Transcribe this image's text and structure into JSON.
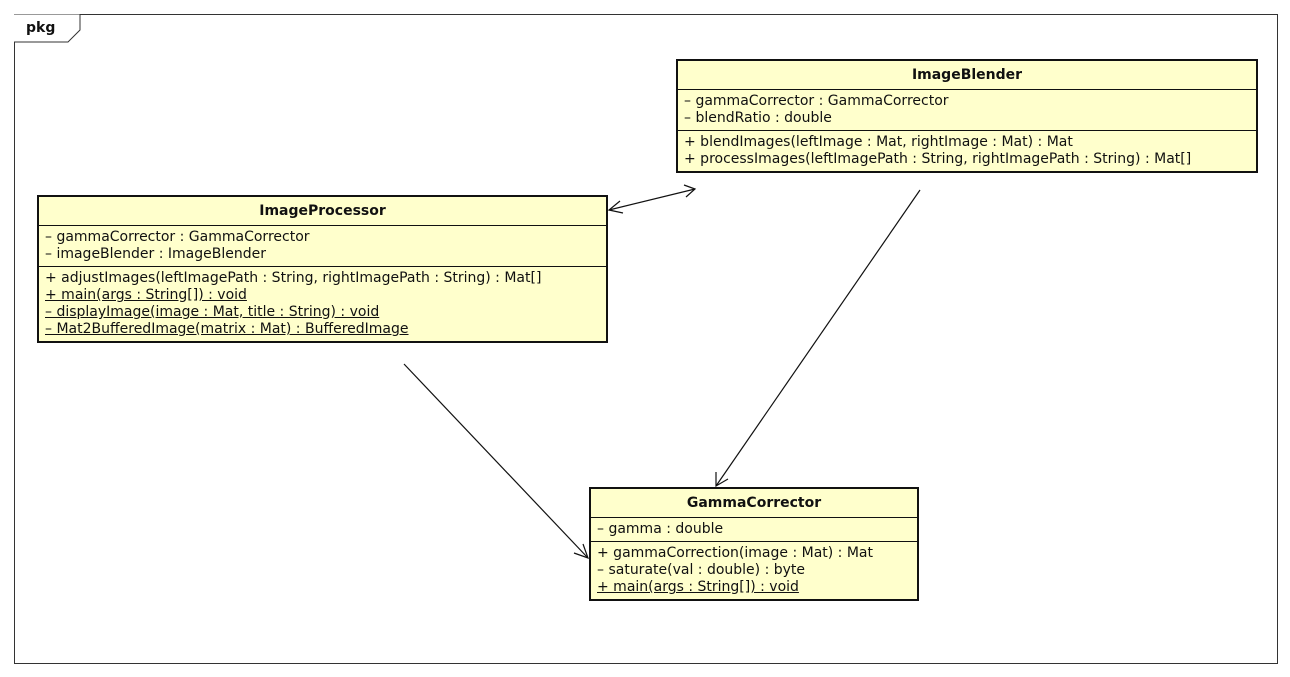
{
  "package": {
    "label": "pkg"
  },
  "classes": {
    "image_blender": {
      "name": "ImageBlender",
      "attributes": [
        {
          "text": "– gammaCorrector : GammaCorrector",
          "static": false
        },
        {
          "text": "– blendRatio : double",
          "static": false
        }
      ],
      "operations": [
        {
          "text": "+ blendImages(leftImage : Mat, rightImage : Mat) : Mat",
          "static": false
        },
        {
          "text": "+ processImages(leftImagePath : String, rightImagePath : String) : Mat[]",
          "static": false
        }
      ]
    },
    "image_processor": {
      "name": "ImageProcessor",
      "attributes": [
        {
          "text": "– gammaCorrector : GammaCorrector",
          "static": false
        },
        {
          "text": "– imageBlender : ImageBlender",
          "static": false
        }
      ],
      "operations": [
        {
          "text": "+ adjustImages(leftImagePath : String, rightImagePath : String) : Mat[]",
          "static": false
        },
        {
          "text": "+ main(args : String[]) : void",
          "static": true
        },
        {
          "text": "– displayImage(image : Mat, title : String) : void",
          "static": true
        },
        {
          "text": "– Mat2BufferedImage(matrix : Mat) : BufferedImage",
          "static": true
        }
      ]
    },
    "gamma_corrector": {
      "name": "GammaCorrector",
      "attributes": [
        {
          "text": "– gamma : double",
          "static": false
        }
      ],
      "operations": [
        {
          "text": "+ gammaCorrection(image : Mat) : Mat",
          "static": false
        },
        {
          "text": "– saturate(val : double) : byte",
          "static": false
        },
        {
          "text": "+ main(args : String[]) : void",
          "static": true
        }
      ]
    }
  },
  "associations": [
    {
      "from": "image_processor",
      "to": "image_blender",
      "arrows": "both"
    },
    {
      "from": "image_blender",
      "to": "gamma_corrector",
      "arrows": "target"
    },
    {
      "from": "image_processor",
      "to": "gamma_corrector",
      "arrows": "target"
    }
  ],
  "colors": {
    "class_fill": "#ffffcc",
    "stroke": "#111111"
  }
}
